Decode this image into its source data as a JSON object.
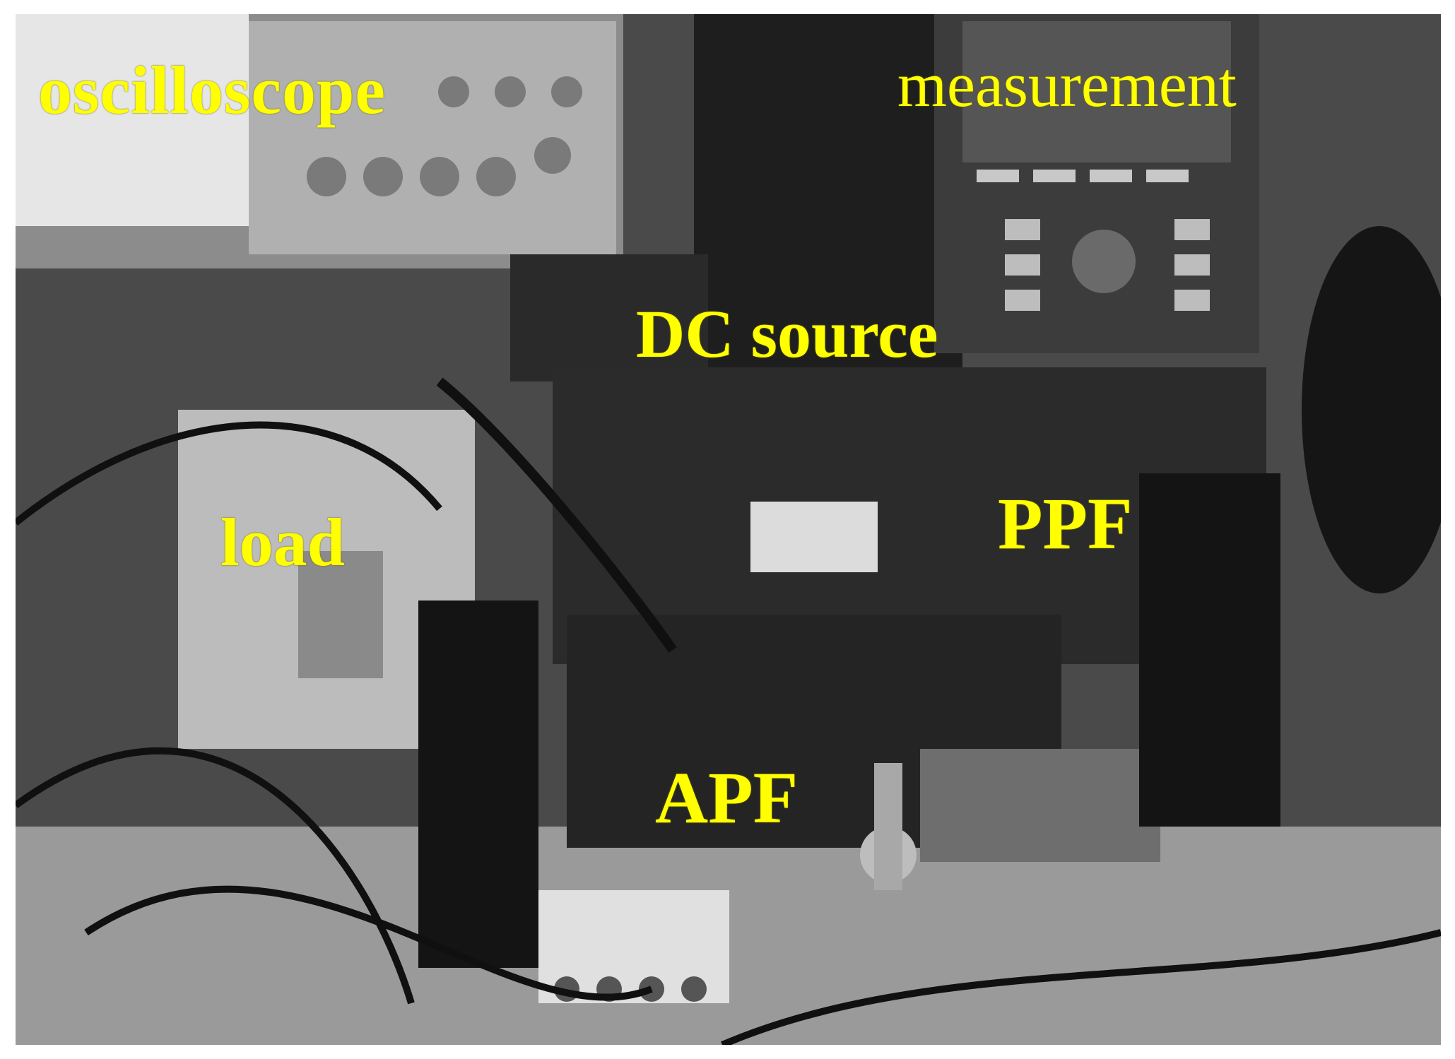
{
  "labels": {
    "oscilloscope": "oscilloscope",
    "measurement": "measurement",
    "dc_source": "DC source",
    "load": "load",
    "ppf": "PPF",
    "apf": "APF"
  },
  "colors": {
    "label_color": "#ffff00",
    "photo_tone": "grayscale"
  }
}
